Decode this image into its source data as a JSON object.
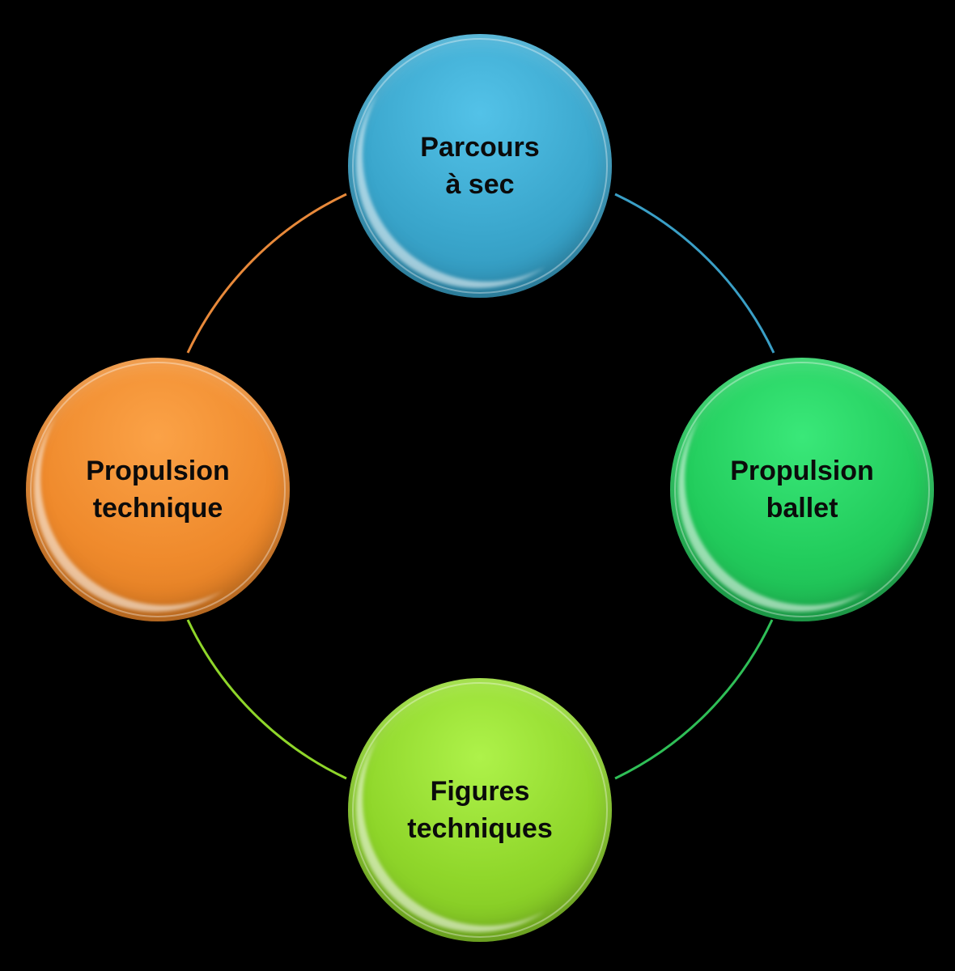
{
  "nodes": [
    {
      "line1": "Parcours",
      "line2": "à sec",
      "color": "#3aa6cc",
      "highlight": "#53c2e8",
      "shade": "#2b8cb0"
    },
    {
      "line1": "Propulsion",
      "line2": "ballet",
      "color": "#22cc5c",
      "highlight": "#3ae879",
      "shade": "#1ba84b"
    },
    {
      "line1": "Figures",
      "line2": "techniques",
      "color": "#8fd62a",
      "highlight": "#aef24a",
      "shade": "#78b81f"
    },
    {
      "line1": "Propulsion",
      "line2": "technique",
      "color": "#ef8a2c",
      "highlight": "#fba247",
      "shade": "#d1721c"
    }
  ],
  "connectors": {
    "top_to_right": "#3a9fc6",
    "right_to_bottom": "#2fbf57",
    "bottom_to_left": "#8fd62a",
    "left_to_top": "#e8893a"
  }
}
